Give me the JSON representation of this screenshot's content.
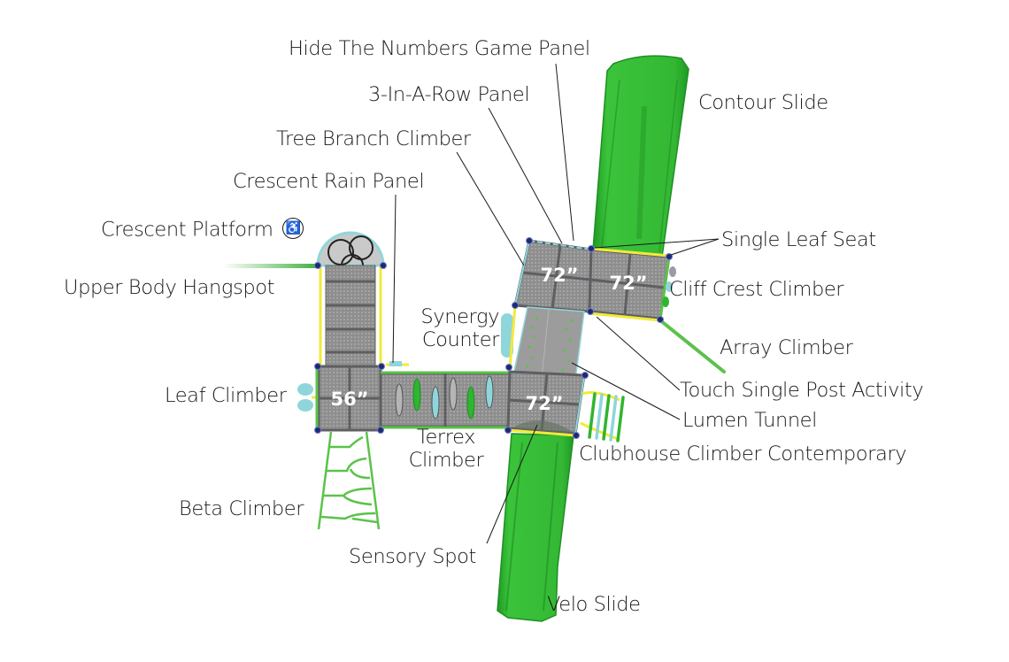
{
  "diagram": {
    "title": "Playground structure plan view",
    "colors": {
      "slide_green": "#2fb52f",
      "slide_green_dark": "#1e8f22",
      "deck_gray": "#8c8c8c",
      "deck_frame": "#5f5f63",
      "post_navy": "#1f2a6e",
      "barrier_yellow": "#f2ea3a",
      "accent_aqua": "#8fd6db",
      "climber_green": "#5cc24a",
      "leader_line": "#1a1a1a"
    },
    "deck_heights": {
      "leaf_deck": "56”",
      "upper_left_deck": "72”",
      "upper_right_deck": "72”",
      "lower_deck": "72”"
    },
    "labels": {
      "hide_numbers": "Hide The Numbers Game Panel",
      "three_in_a_row": "3-In-A-Row Panel",
      "contour_slide": "Contour Slide",
      "tree_branch": "Tree Branch Climber",
      "crescent_rain": "Crescent Rain Panel",
      "crescent_platform": "Crescent Platform",
      "single_leaf_seat": "Single Leaf Seat",
      "upper_body_hangspot": "Upper Body Hangspot",
      "cliff_crest": "Cliff Crest Climber",
      "synergy_counter": "Synergy Counter",
      "array_climber": "Array Climber",
      "touch_single_post": "Touch Single Post Activity",
      "leaf_climber": "Leaf Climber",
      "lumen_tunnel": "Lumen Tunnel",
      "terrex_climber": "Terrex Climber",
      "clubhouse_climber": "Clubhouse Climber Contemporary",
      "beta_climber": "Beta Climber",
      "sensory_spot": "Sensory Spot",
      "velo_slide": "Velo Slide"
    },
    "icons": {
      "accessibility": "wheelchair-accessible-icon"
    }
  }
}
